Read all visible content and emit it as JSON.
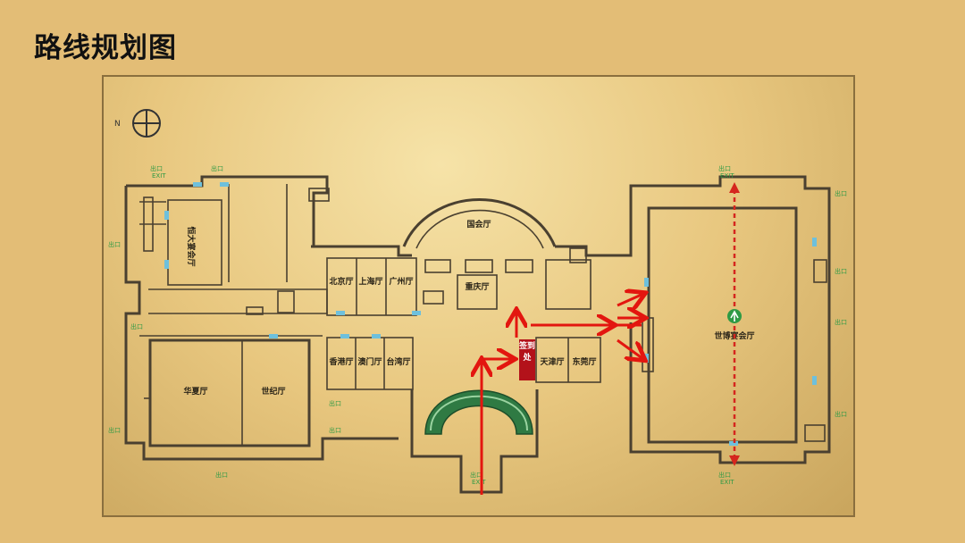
{
  "title": "路线规划图",
  "map": {
    "north_label": "N",
    "exit_cn": "出口",
    "exit_en": "EXIT",
    "checkin": "签到处",
    "rooms": {
      "hengda": "恒大宴会厅",
      "guohui": "国会厅",
      "beijing": "北京厅",
      "shanghai": "上海厅",
      "guangzhou": "广州厅",
      "chongqing": "重庆厅",
      "hongkong": "香港厅",
      "macau": "澳门厅",
      "taiwan": "台湾厅",
      "tianjin": "天津厅",
      "dongguan": "东莞厅",
      "huaxia": "华夏厅",
      "shiji": "世纪厅",
      "expo": "世博宴会厅"
    },
    "colors": {
      "route": "#e3160f",
      "exit_text": "#2e9a44",
      "checkin_bg": "#b3121a",
      "walls": "#4a4030"
    }
  }
}
